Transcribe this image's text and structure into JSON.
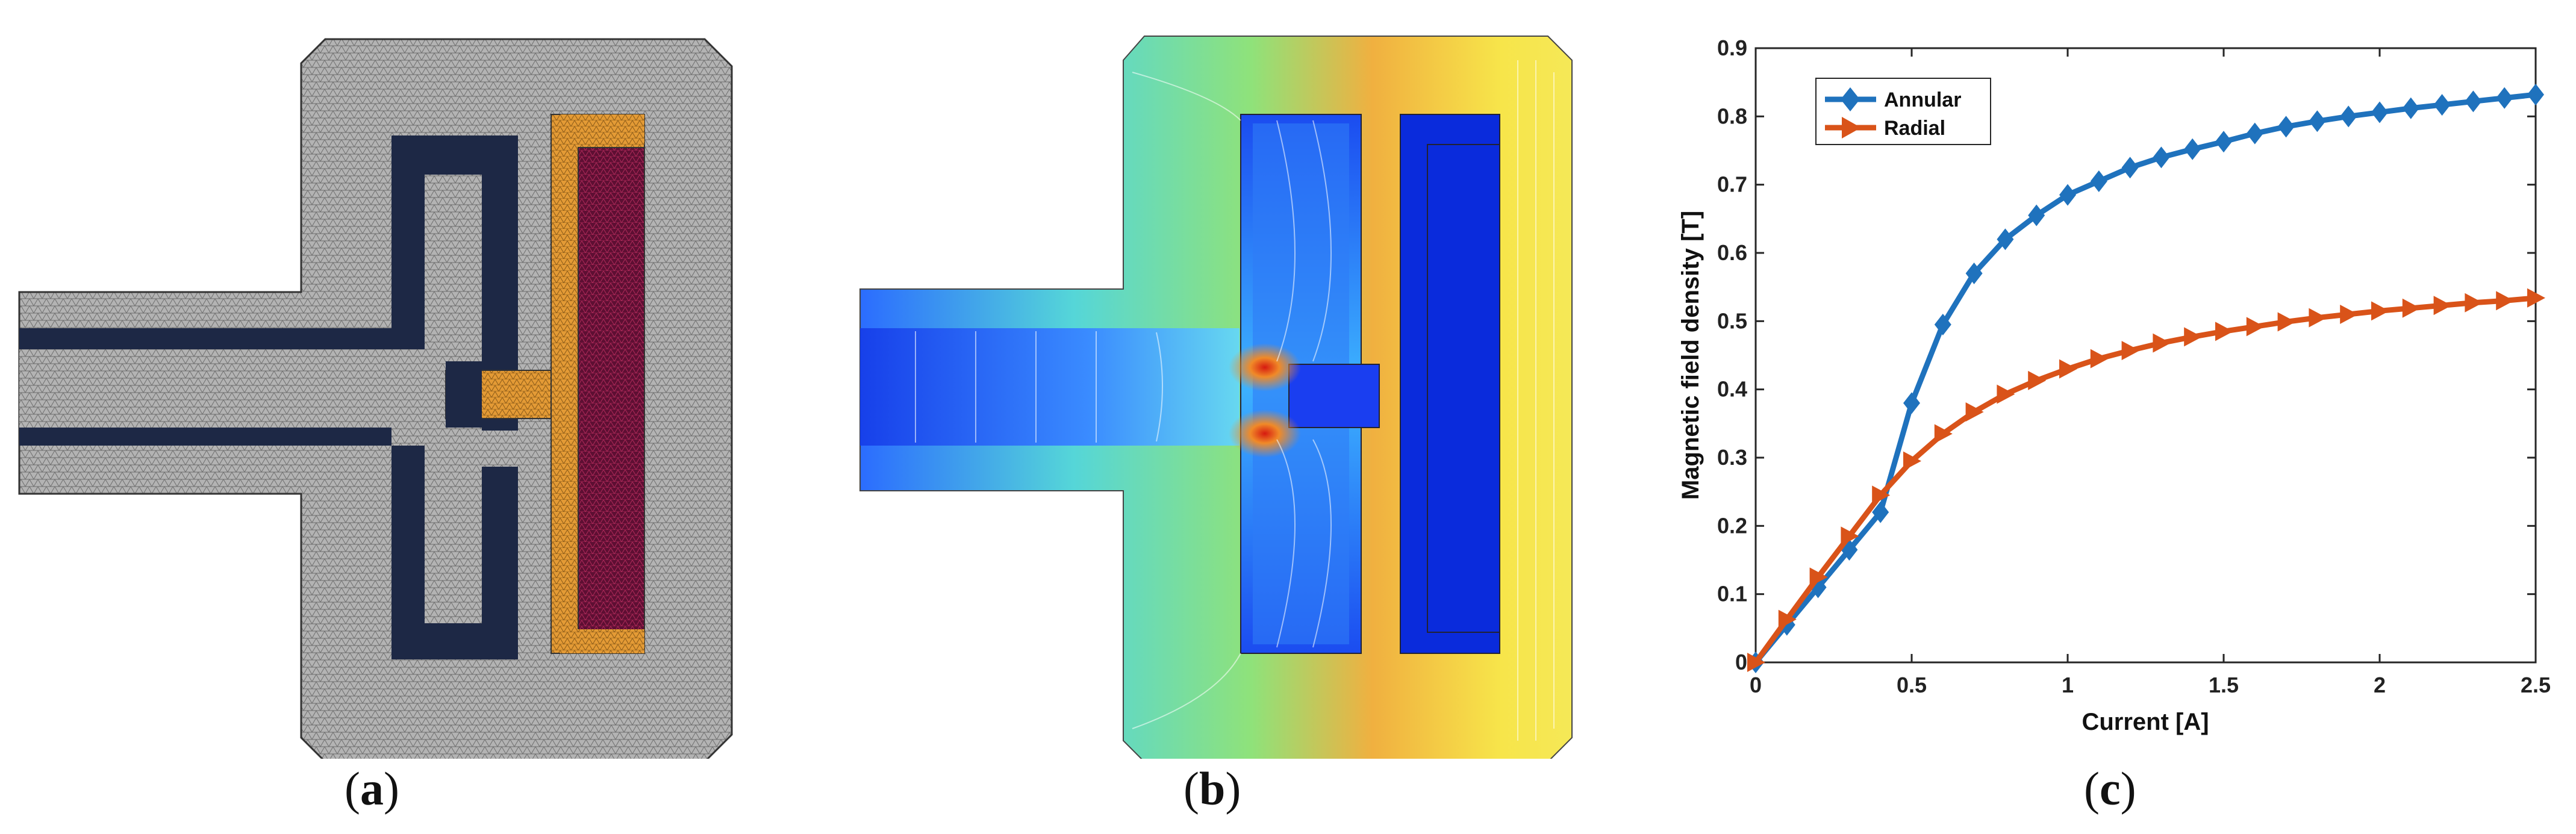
{
  "captions": {
    "a": {
      "open": "(",
      "letter": "a",
      "close": ")"
    },
    "b": {
      "open": "(",
      "letter": "b",
      "close": ")"
    },
    "c": {
      "open": "(",
      "letter": "c",
      "close": ")"
    }
  },
  "colors": {
    "mesh_gray": "#a9a9a9",
    "mesh_dark": "#2b2f3a",
    "mesh_navy": "#1d2845",
    "mesh_orange": "#d9902c",
    "mesh_maroon": "#5a1030",
    "field_blue": "#0a2bdc",
    "annular": "#1f72bd",
    "radial": "#d95319"
  },
  "chart_data": {
    "type": "line",
    "xlabel": "Current [A]",
    "ylabel": "Magnetic field density [T]",
    "xlim": [
      0,
      2.5
    ],
    "ylim": [
      0,
      0.9
    ],
    "xticks": [
      0,
      0.5,
      1,
      1.5,
      2,
      2.5
    ],
    "xtick_labels": [
      "0",
      "0.5",
      "1",
      "1.5",
      "2",
      "2.5"
    ],
    "yticks": [
      0,
      0.1,
      0.2,
      0.3,
      0.4,
      0.5,
      0.6,
      0.7,
      0.8,
      0.9
    ],
    "ytick_labels": [
      "0",
      "0.1",
      "0.2",
      "0.3",
      "0.4",
      "0.5",
      "0.6",
      "0.7",
      "0.8",
      "0.9"
    ],
    "grid": false,
    "legend_position": "top-left",
    "x": [
      0,
      0.1,
      0.2,
      0.3,
      0.4,
      0.5,
      0.6,
      0.7,
      0.8,
      0.9,
      1.0,
      1.1,
      1.2,
      1.3,
      1.4,
      1.5,
      1.6,
      1.7,
      1.8,
      1.9,
      2.0,
      2.1,
      2.2,
      2.3,
      2.4,
      2.5
    ],
    "series": [
      {
        "name": "Annular",
        "color": "#1f72bd",
        "marker": "diamond",
        "values": [
          0,
          0.055,
          0.11,
          0.165,
          0.22,
          0.38,
          0.495,
          0.57,
          0.62,
          0.655,
          0.685,
          0.705,
          0.725,
          0.74,
          0.752,
          0.763,
          0.775,
          0.785,
          0.793,
          0.8,
          0.806,
          0.812,
          0.817,
          0.822,
          0.827,
          0.832
        ]
      },
      {
        "name": "Radial",
        "color": "#d95319",
        "marker": "triangle-right",
        "values": [
          0,
          0.063,
          0.125,
          0.185,
          0.245,
          0.295,
          0.335,
          0.367,
          0.393,
          0.413,
          0.43,
          0.445,
          0.457,
          0.468,
          0.477,
          0.485,
          0.492,
          0.499,
          0.505,
          0.51,
          0.515,
          0.519,
          0.523,
          0.527,
          0.53,
          0.534
        ]
      }
    ]
  }
}
